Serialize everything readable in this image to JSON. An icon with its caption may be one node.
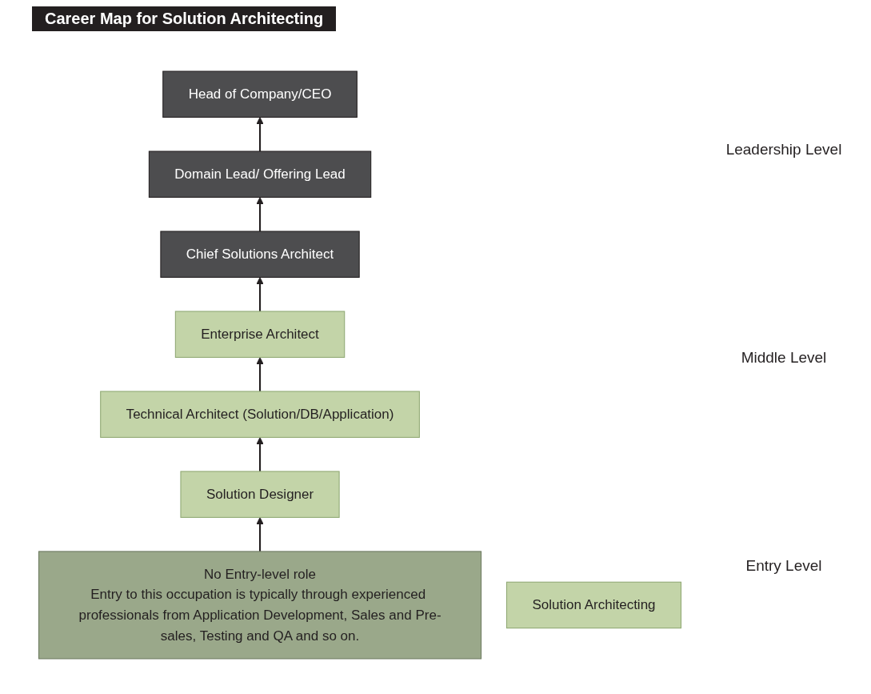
{
  "diagram": {
    "title": "Career Map for Solution Architecting",
    "nodes": [
      {
        "text": [
          "Head of Company/CEO"
        ]
      },
      {
        "text": [
          "Domain Lead/ Offering Lead"
        ]
      },
      {
        "text": [
          "Chief Solutions Architect"
        ]
      },
      {
        "text": [
          "Enterprise Architect"
        ]
      },
      {
        "text": [
          "Technical Architect (Solution/DB/Application)"
        ]
      },
      {
        "text": [
          "Solution Designer"
        ]
      },
      {
        "text": [
          "No Entry-level role",
          "Entry to this occupation is typically through experienced professionals from Application Development, Sales and Pre-sales, Testing and QA and so on."
        ]
      },
      {
        "text": [
          "Solution Architecting"
        ]
      }
    ],
    "edges": [
      {
        "from": 6,
        "to": 5,
        "arrow": "to"
      },
      {
        "from": 5,
        "to": 4,
        "arrow": "to"
      },
      {
        "from": 4,
        "to": 3,
        "arrow": "to"
      },
      {
        "from": 3,
        "to": 2,
        "arrow": "to"
      },
      {
        "from": 2,
        "to": 1,
        "arrow": "to"
      },
      {
        "from": 1,
        "to": 0,
        "arrow": "to"
      }
    ],
    "labels": [
      "Leadership Level",
      "Middle Level",
      "Entry Level"
    ]
  }
}
